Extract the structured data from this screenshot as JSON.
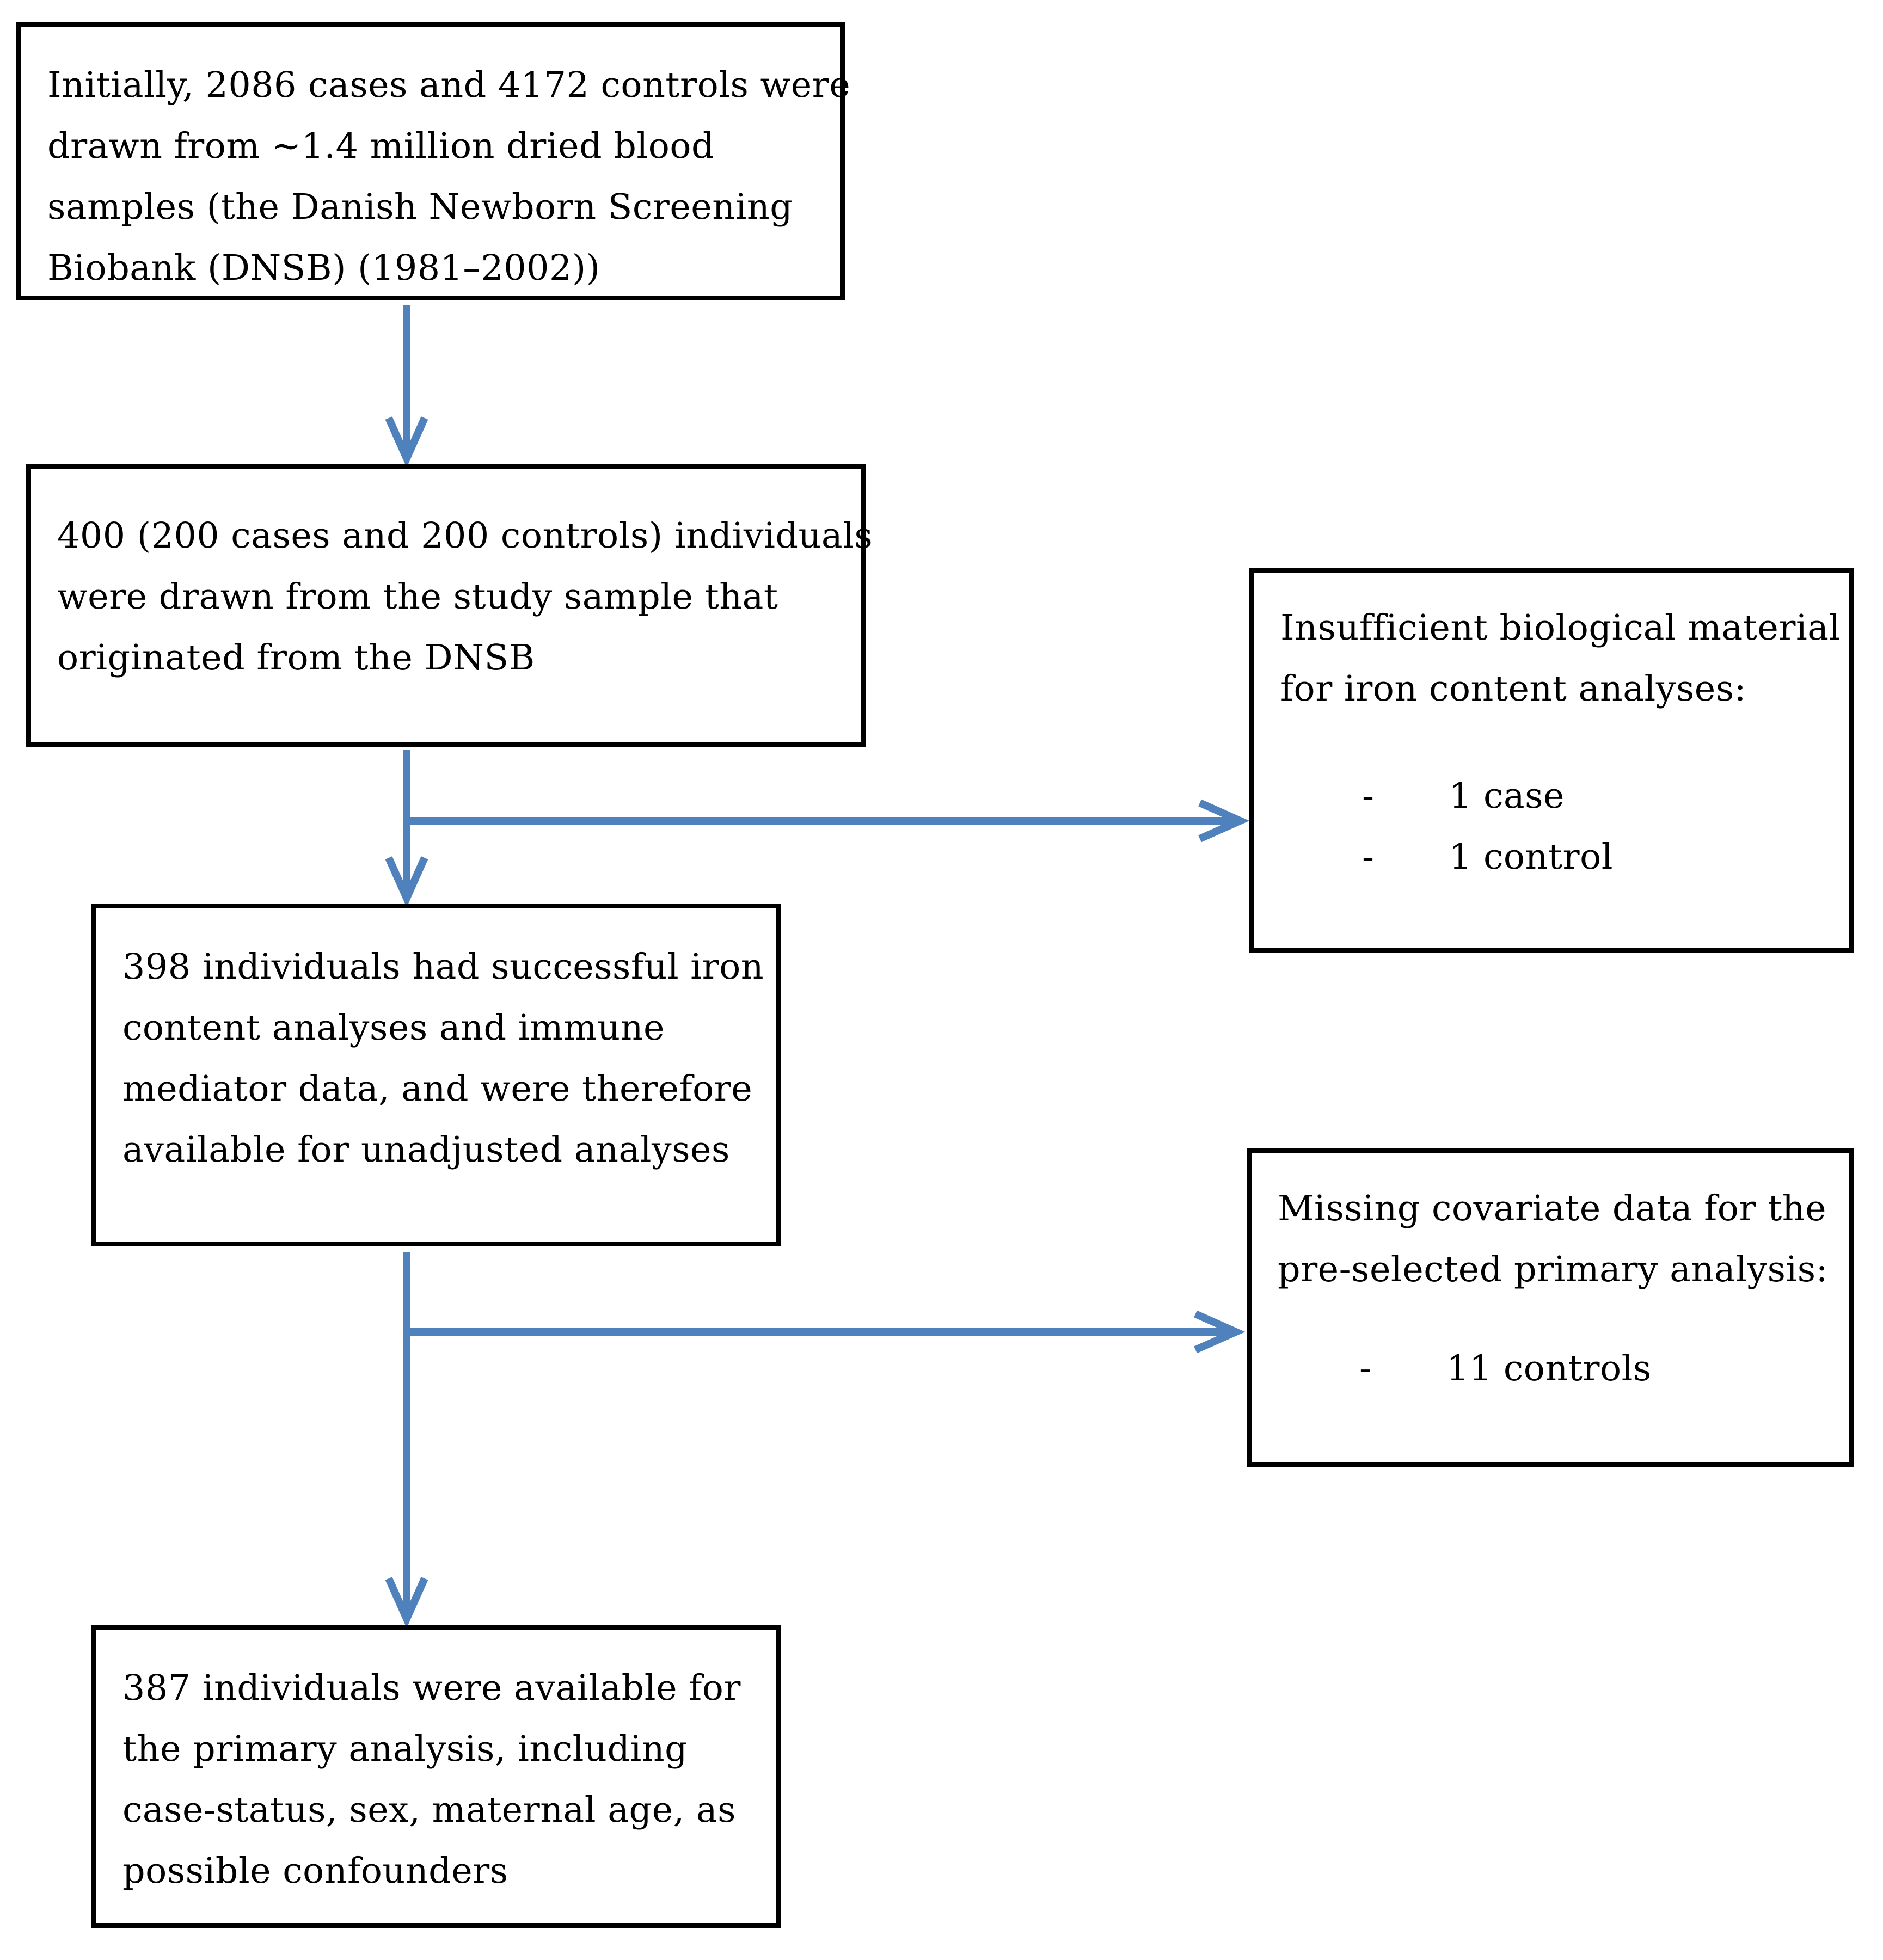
{
  "page": {
    "background_color": "#ffffff",
    "box_border_color": "#000000",
    "arrow_color": "#4f81bd"
  },
  "flow": {
    "box1": {
      "lines": [
        "Initially, 2086 cases and 4172 controls were",
        "drawn from ~1.4 million dried blood",
        "samples (the Danish Newborn Screening",
        "Biobank (DNSB) (1981–2002))"
      ]
    },
    "box2": {
      "lines": [
        "400 (200 cases and 200 controls) individuals",
        "were drawn from the study sample that",
        "originated from the DNSB"
      ]
    },
    "box3": {
      "lines": [
        "398 individuals had successful iron",
        "content analyses and immune",
        "mediator data, and were therefore",
        "available for unadjusted analyses"
      ]
    },
    "box4": {
      "lines": [
        "387 individuals were available for",
        "the primary analysis, including",
        "case-status, sex, maternal age, as",
        "possible confounders"
      ]
    },
    "side1": {
      "lines": [
        "Insufficient biological material",
        "for iron content analyses:"
      ],
      "bullets": [
        {
          "marker": "-",
          "text": "1 case"
        },
        {
          "marker": "-",
          "text": "1 control"
        }
      ]
    },
    "side2": {
      "lines": [
        "Missing covariate data for the",
        "pre-selected primary analysis:"
      ],
      "bullets": [
        {
          "marker": "-",
          "text": "11 controls"
        }
      ]
    }
  }
}
